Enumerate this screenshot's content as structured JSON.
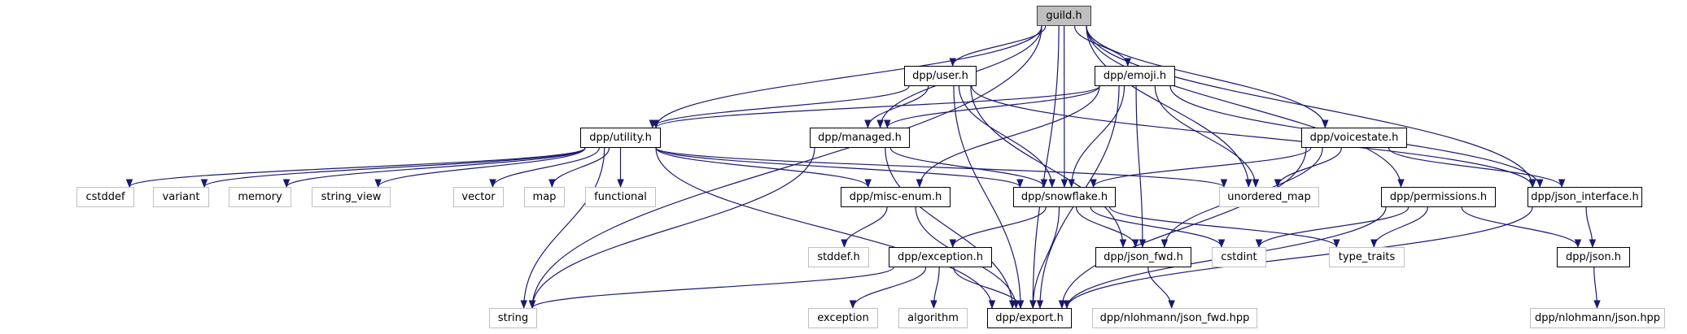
{
  "title": "guild.h include dependency graph",
  "colors": {
    "edge": "#191970",
    "root_fill": "#bfbfbf",
    "project_border": "#000000",
    "external_border": "#bfbfbf"
  },
  "nodes": [
    {
      "id": "guild",
      "label": "guild.h",
      "kind": "root"
    },
    {
      "id": "user",
      "label": "dpp/user.h",
      "kind": "project"
    },
    {
      "id": "emoji",
      "label": "dpp/emoji.h",
      "kind": "project"
    },
    {
      "id": "utility",
      "label": "dpp/utility.h",
      "kind": "project"
    },
    {
      "id": "managed",
      "label": "dpp/managed.h",
      "kind": "project"
    },
    {
      "id": "voicestate",
      "label": "dpp/voicestate.h",
      "kind": "project"
    },
    {
      "id": "cstddef",
      "label": "cstddef",
      "kind": "external"
    },
    {
      "id": "variant",
      "label": "variant",
      "kind": "external"
    },
    {
      "id": "memory",
      "label": "memory",
      "kind": "external"
    },
    {
      "id": "string_view",
      "label": "string_view",
      "kind": "external"
    },
    {
      "id": "vector",
      "label": "vector",
      "kind": "external"
    },
    {
      "id": "map",
      "label": "map",
      "kind": "external"
    },
    {
      "id": "functional",
      "label": "functional",
      "kind": "external"
    },
    {
      "id": "misc_enum",
      "label": "dpp/misc-enum.h",
      "kind": "project"
    },
    {
      "id": "snowflake",
      "label": "dpp/snowflake.h",
      "kind": "project"
    },
    {
      "id": "unordered_map",
      "label": "unordered_map",
      "kind": "external"
    },
    {
      "id": "permissions",
      "label": "dpp/permissions.h",
      "kind": "project"
    },
    {
      "id": "json_interface",
      "label": "dpp/json_interface.h",
      "kind": "project"
    },
    {
      "id": "stddef",
      "label": "stddef.h",
      "kind": "external"
    },
    {
      "id": "exception_h",
      "label": "dpp/exception.h",
      "kind": "project"
    },
    {
      "id": "json_fwd",
      "label": "dpp/json_fwd.h",
      "kind": "project"
    },
    {
      "id": "cstdint",
      "label": "cstdint",
      "kind": "external"
    },
    {
      "id": "type_traits",
      "label": "type_traits",
      "kind": "external"
    },
    {
      "id": "json",
      "label": "dpp/json.h",
      "kind": "project"
    },
    {
      "id": "string",
      "label": "string",
      "kind": "external"
    },
    {
      "id": "exception",
      "label": "exception",
      "kind": "external"
    },
    {
      "id": "algorithm",
      "label": "algorithm",
      "kind": "external"
    },
    {
      "id": "export",
      "label": "dpp/export.h",
      "kind": "project"
    },
    {
      "id": "nlohmann_json_fwd",
      "label": "dpp/nlohmann/json_fwd.hpp",
      "kind": "external"
    },
    {
      "id": "nlohmann_json",
      "label": "dpp/nlohmann/json.hpp",
      "kind": "external"
    }
  ],
  "edges": [
    [
      "guild",
      "user"
    ],
    [
      "guild",
      "emoji"
    ],
    [
      "guild",
      "utility"
    ],
    [
      "guild",
      "managed"
    ],
    [
      "guild",
      "voicestate"
    ],
    [
      "guild",
      "snowflake"
    ],
    [
      "guild",
      "unordered_map"
    ],
    [
      "guild",
      "permissions"
    ],
    [
      "guild",
      "json_interface"
    ],
    [
      "guild",
      "string"
    ],
    [
      "guild",
      "export"
    ],
    [
      "user",
      "utility"
    ],
    [
      "user",
      "managed"
    ],
    [
      "user",
      "snowflake"
    ],
    [
      "user",
      "json_fwd"
    ],
    [
      "user",
      "json_interface"
    ],
    [
      "user",
      "export"
    ],
    [
      "emoji",
      "utility"
    ],
    [
      "emoji",
      "managed"
    ],
    [
      "emoji",
      "misc_enum"
    ],
    [
      "emoji",
      "snowflake"
    ],
    [
      "emoji",
      "unordered_map"
    ],
    [
      "emoji",
      "json_fwd"
    ],
    [
      "emoji",
      "json_interface"
    ],
    [
      "emoji",
      "export"
    ],
    [
      "utility",
      "cstddef"
    ],
    [
      "utility",
      "variant"
    ],
    [
      "utility",
      "memory"
    ],
    [
      "utility",
      "string_view"
    ],
    [
      "utility",
      "vector"
    ],
    [
      "utility",
      "map"
    ],
    [
      "utility",
      "functional"
    ],
    [
      "utility",
      "misc_enum"
    ],
    [
      "utility",
      "snowflake"
    ],
    [
      "utility",
      "unordered_map"
    ],
    [
      "utility",
      "string"
    ],
    [
      "utility",
      "export"
    ],
    [
      "managed",
      "snowflake"
    ],
    [
      "managed",
      "string"
    ],
    [
      "managed",
      "export"
    ],
    [
      "voicestate",
      "snowflake"
    ],
    [
      "voicestate",
      "unordered_map"
    ],
    [
      "voicestate",
      "json_fwd"
    ],
    [
      "voicestate",
      "json_interface"
    ],
    [
      "voicestate",
      "export"
    ],
    [
      "misc_enum",
      "stddef"
    ],
    [
      "misc_enum",
      "export"
    ],
    [
      "snowflake",
      "exception_h"
    ],
    [
      "snowflake",
      "json_fwd"
    ],
    [
      "snowflake",
      "cstdint"
    ],
    [
      "snowflake",
      "type_traits"
    ],
    [
      "snowflake",
      "export"
    ],
    [
      "permissions",
      "cstdint"
    ],
    [
      "permissions",
      "type_traits"
    ],
    [
      "permissions",
      "json"
    ],
    [
      "permissions",
      "export"
    ],
    [
      "json_interface",
      "json"
    ],
    [
      "json_interface",
      "export"
    ],
    [
      "exception_h",
      "string"
    ],
    [
      "exception_h",
      "exception"
    ],
    [
      "exception_h",
      "algorithm"
    ],
    [
      "exception_h",
      "export"
    ],
    [
      "json_fwd",
      "nlohmann_json_fwd"
    ],
    [
      "json",
      "nlohmann_json"
    ]
  ]
}
